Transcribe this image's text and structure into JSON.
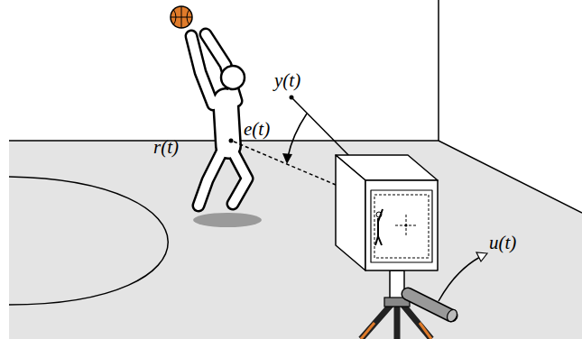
{
  "diagram": {
    "labels": [
      "y(t)",
      "r(t)",
      "e(t)",
      "u(t)"
    ]
  }
}
